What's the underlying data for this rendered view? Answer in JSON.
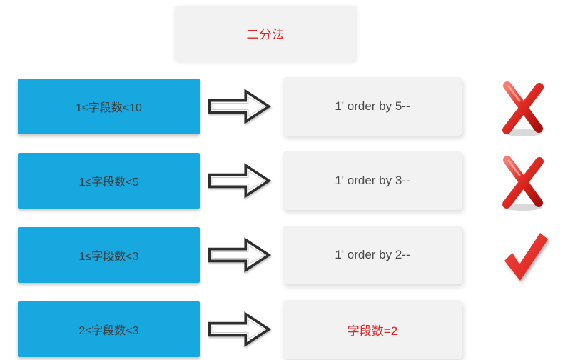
{
  "title": {
    "label": "二分法"
  },
  "rows": [
    {
      "condition": "1≤字段数<10",
      "payload": "1' order by 5--",
      "result": "rejected"
    },
    {
      "condition": "1≤字段数<5",
      "payload": "1' order by 3--",
      "result": "rejected"
    },
    {
      "condition": "1≤字段数<3",
      "payload": "1' order by 2--",
      "result": "accepted"
    },
    {
      "condition": "2≤字段数<3",
      "payload": "字段数=2",
      "result": "conclusion"
    }
  ],
  "icons": {
    "rejected": "cross-icon",
    "accepted": "check-icon"
  },
  "colors": {
    "condition_box": "#18a8e0",
    "payload_box": "#f2f2f2",
    "title_box": "#f2f2f2",
    "red_accent": "#e02424",
    "condition_text": "#3c3c3c",
    "payload_text": "#4b4b4b",
    "arrow_fill": "#ffffff",
    "arrow_outline": "#2e2e2e",
    "icon_red": "#d91f1f"
  }
}
